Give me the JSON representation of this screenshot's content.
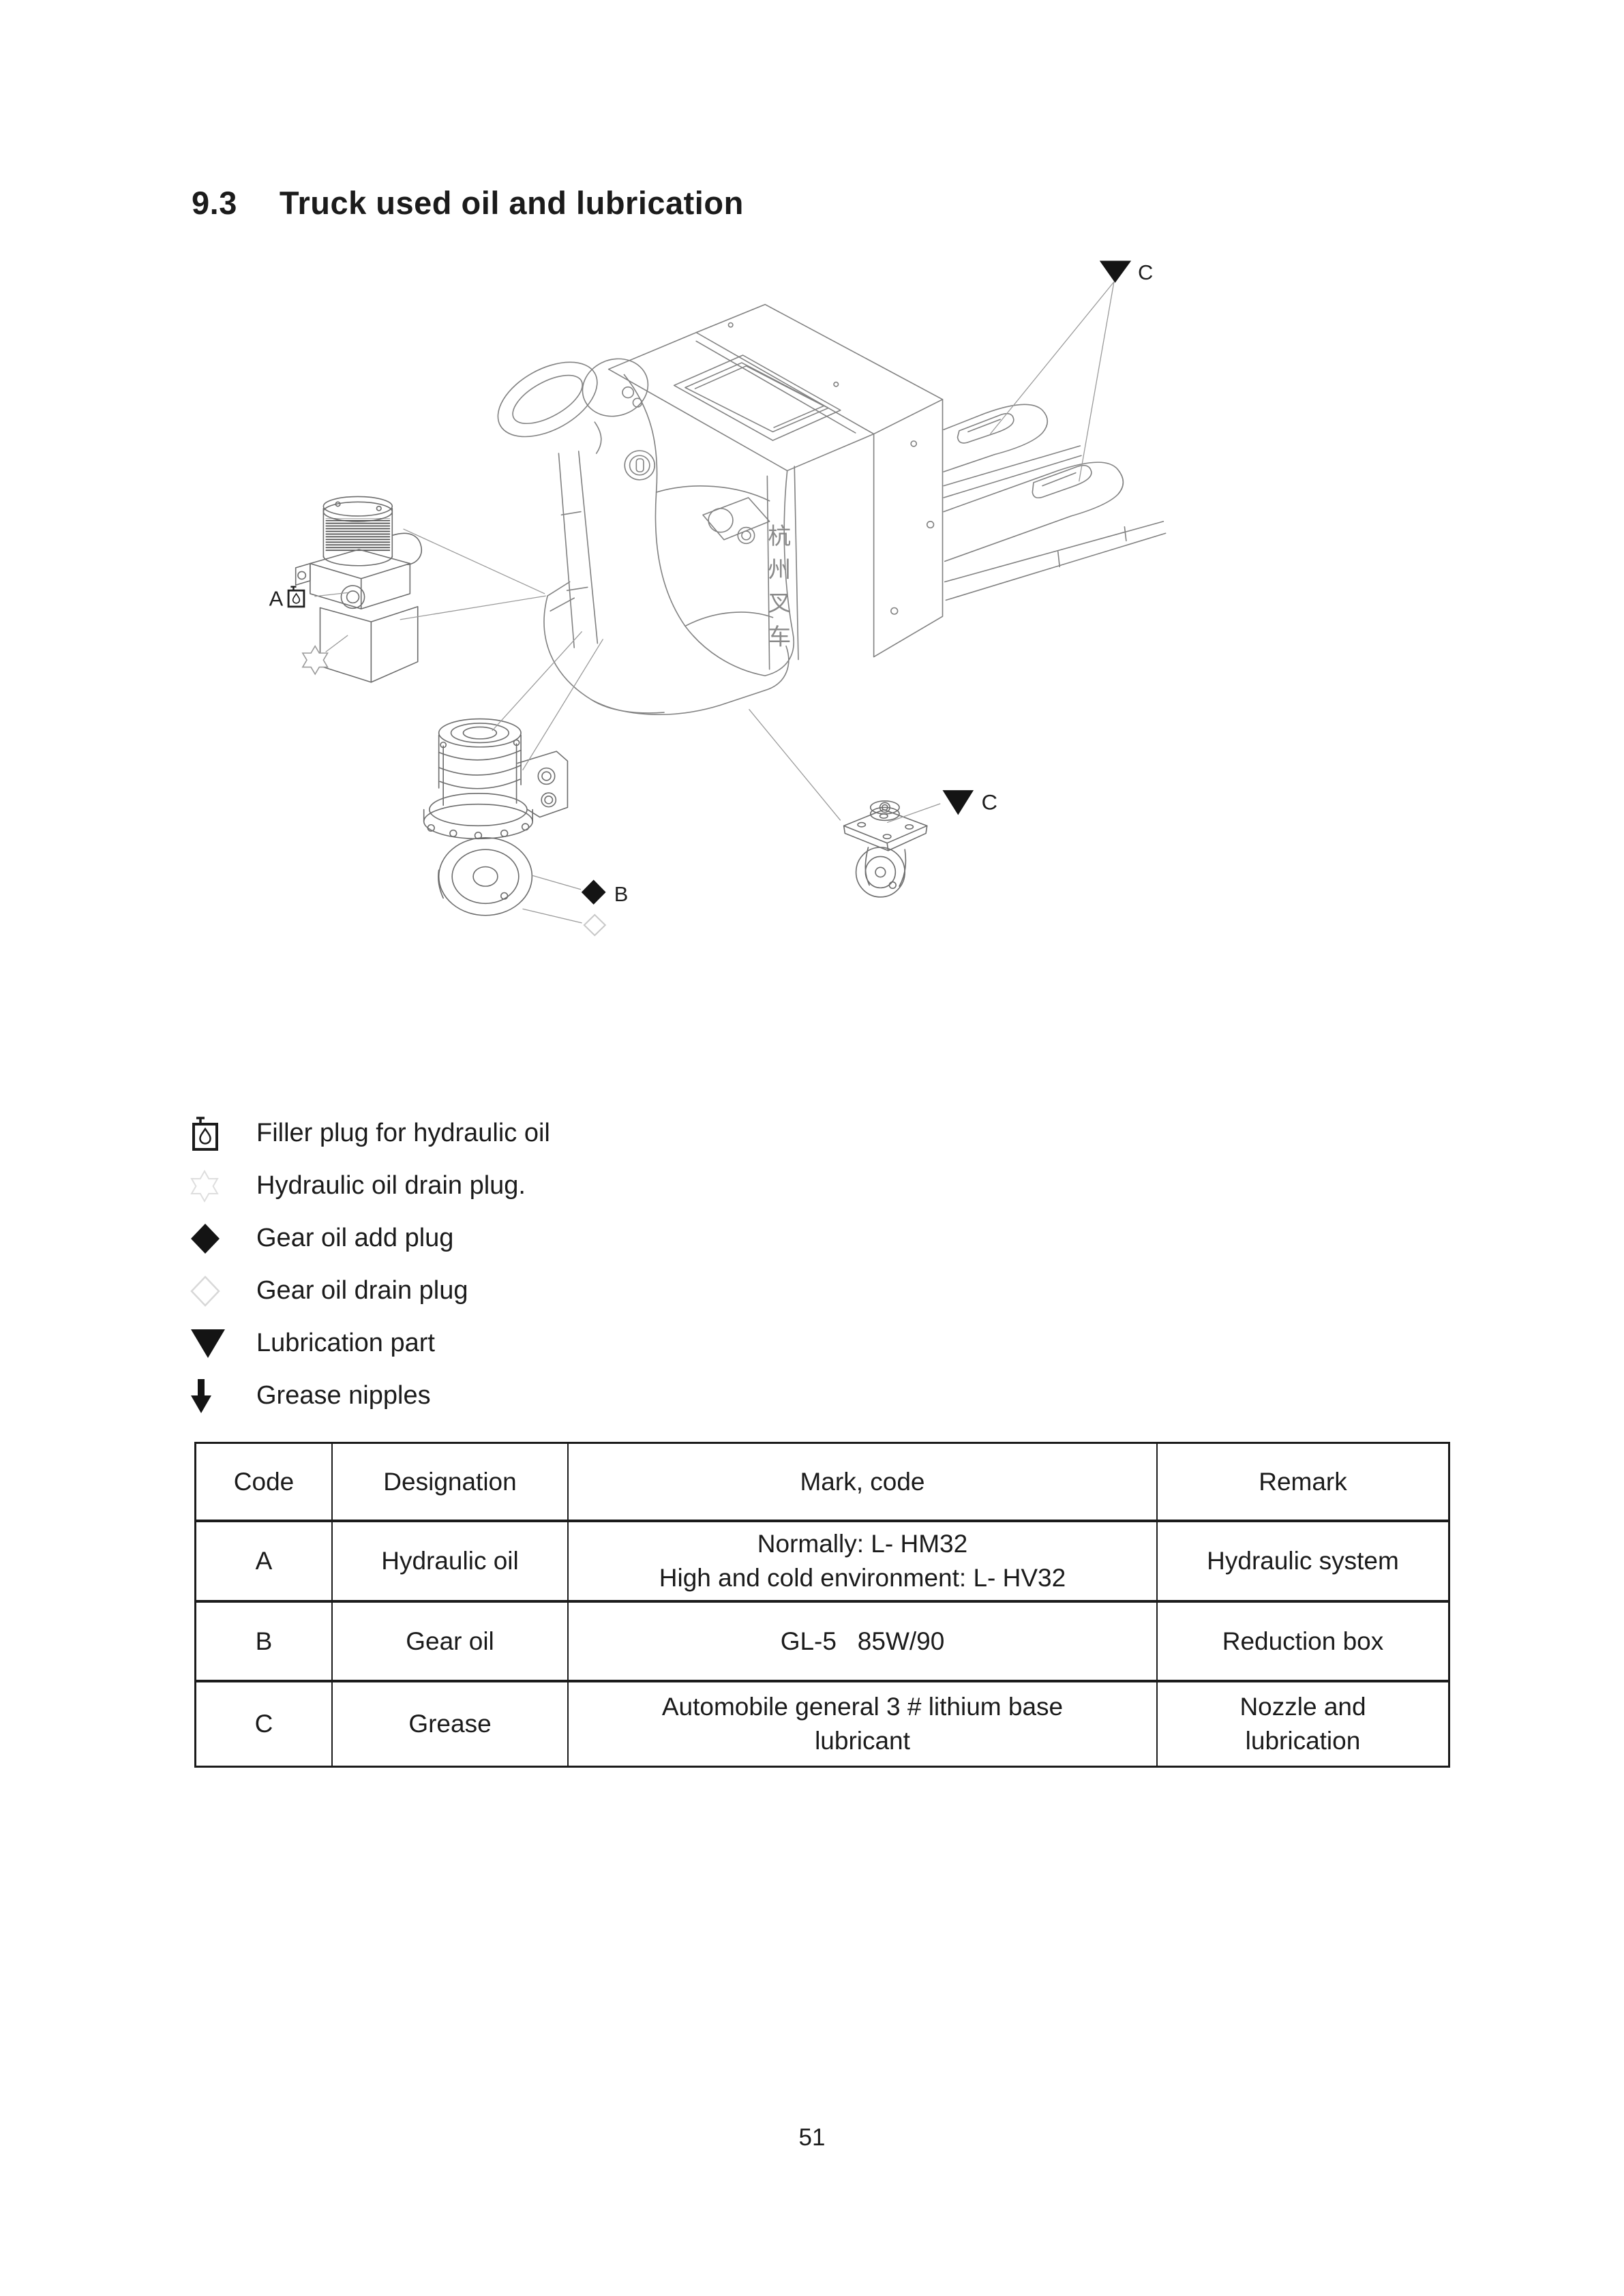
{
  "page": {
    "section_number": "9.3",
    "title": "Truck used oil and lubrication",
    "page_number": "51"
  },
  "figure": {
    "callouts": {
      "hydraulic": "A",
      "gear": "B",
      "grease_forks": "C",
      "grease_caster": "C"
    },
    "brand_vertical": [
      "杭",
      "州",
      "叉",
      "车"
    ]
  },
  "legend": {
    "items": [
      {
        "icon": "oil-can",
        "label": "Filler plug for hydraulic oil"
      },
      {
        "icon": "six-point-star",
        "label": "Hydraulic oil drain plug."
      },
      {
        "icon": "filled-diamond",
        "label": "Gear oil add plug"
      },
      {
        "icon": "outline-diamond",
        "label": "Gear oil drain plug"
      },
      {
        "icon": "filled-triangle",
        "label": "Lubrication part"
      },
      {
        "icon": "down-arrow",
        "label": "Grease nipples"
      }
    ]
  },
  "table": {
    "headers": [
      "Code",
      "Designation",
      "Mark, code",
      "Remark"
    ],
    "rows": [
      {
        "code": "A",
        "designation": "Hydraulic oil",
        "mark": "Normally: L- HM32\nHigh and cold environment: L- HV32",
        "remark": "Hydraulic system"
      },
      {
        "code": "B",
        "designation": "Gear oil",
        "mark": "GL-5   85W/90",
        "remark": "Reduction box"
      },
      {
        "code": "C",
        "designation": "Grease",
        "mark": "Automobile general 3 # lithium base\nlubricant",
        "remark": "Nozzle and\nlubrication"
      }
    ]
  }
}
